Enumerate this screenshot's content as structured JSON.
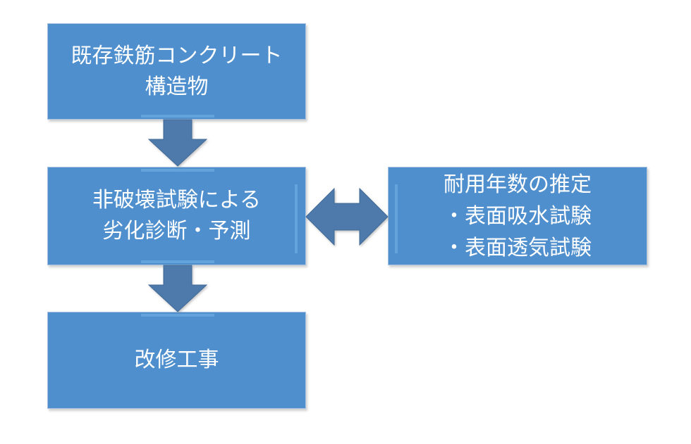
{
  "diagram": {
    "structure_box": {
      "lines": [
        "既存鉄筋コンクリート",
        "構造物"
      ]
    },
    "diagnosis_box": {
      "lines": [
        "非破壊試験による",
        "劣化診断・予測"
      ]
    },
    "repair_box": {
      "lines": [
        "改修工事"
      ]
    },
    "lifespan_box": {
      "lines": [
        "耐用年数の推定",
        "・表面吸水試験",
        "・表面透気試験"
      ]
    },
    "colors": {
      "box_fill": "#4f8fcd",
      "arrow_fill": "#4d7aaa",
      "text": "#ffffff"
    }
  }
}
